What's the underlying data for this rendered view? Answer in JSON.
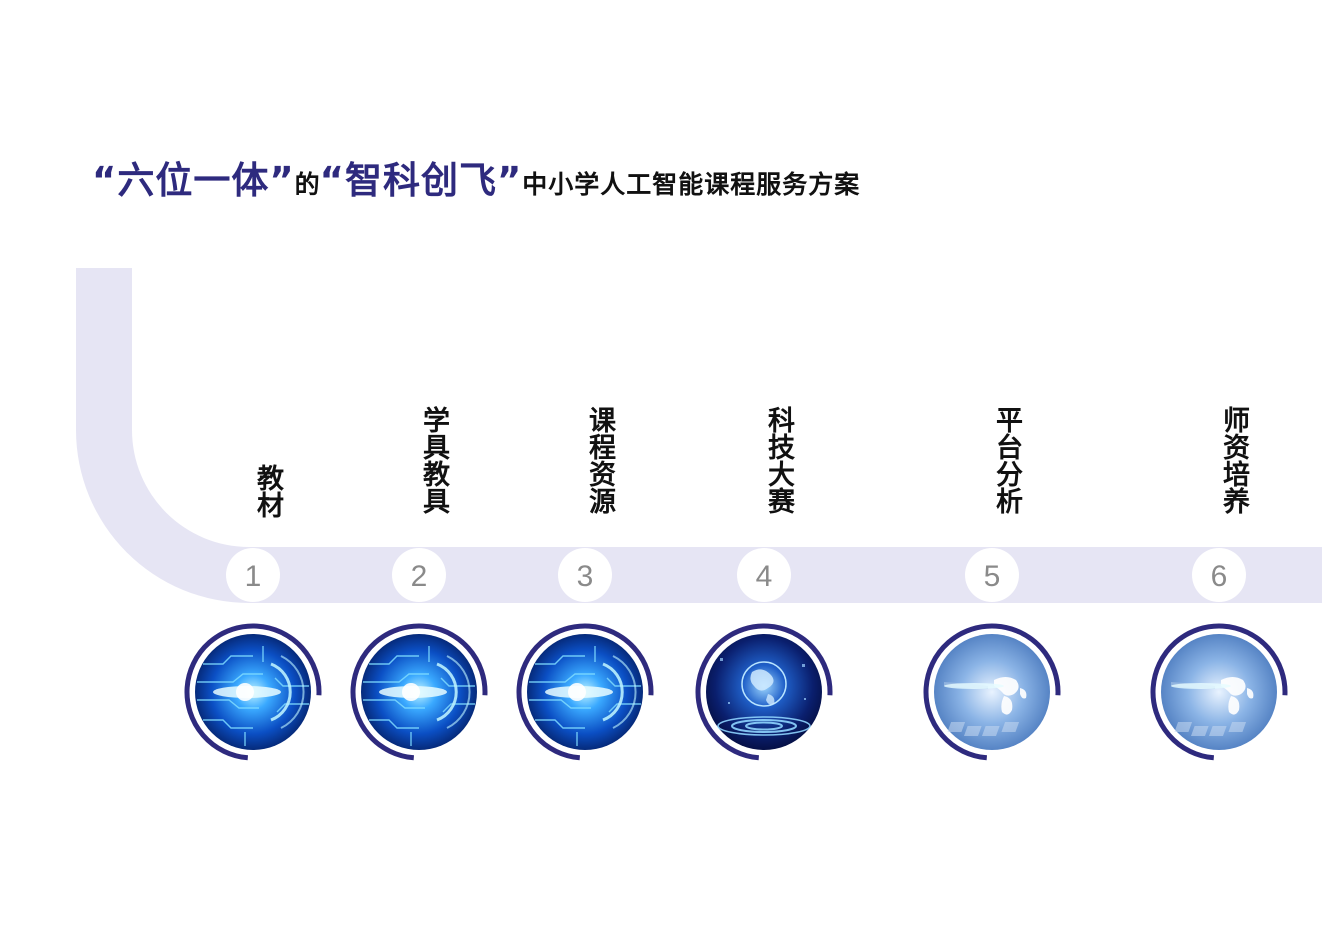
{
  "title": {
    "part1": "“六位一体”",
    "part2": "的",
    "part3": "“智科创飞”",
    "part4": "中小学人工智能课程服务方案"
  },
  "colors": {
    "primary": "#2e2a7e",
    "gradient_end": "#e6e5f4",
    "number_text": "#8a8a8a"
  },
  "steps": [
    {
      "number": "1",
      "label": "教材",
      "image": "circuit-tech-image"
    },
    {
      "number": "2",
      "label": "学具教具",
      "image": "circuit-tech-image"
    },
    {
      "number": "3",
      "label": "课程资源",
      "image": "circuit-tech-image"
    },
    {
      "number": "4",
      "label": "科技大赛",
      "image": "hologram-globe-image"
    },
    {
      "number": "5",
      "label": "平台分析",
      "image": "world-globe-image"
    },
    {
      "number": "6",
      "label": "师资培养",
      "image": "world-globe-image"
    }
  ]
}
